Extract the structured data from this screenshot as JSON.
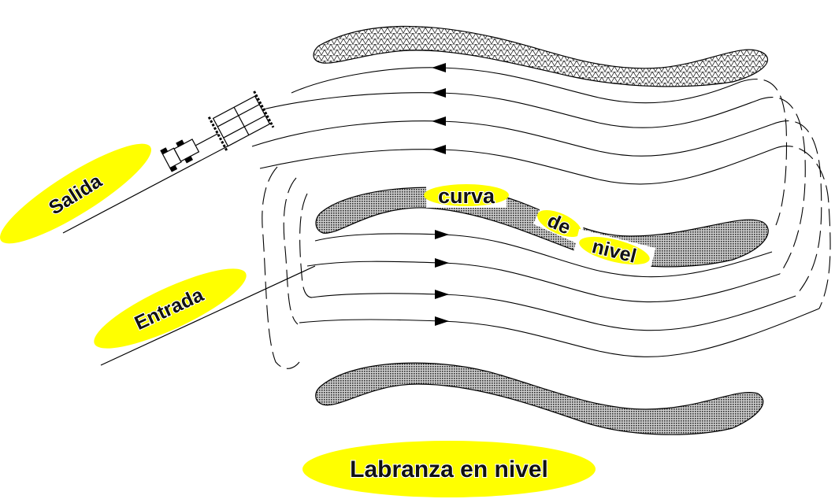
{
  "labels": {
    "exit": "Salida",
    "entry": "Entrada",
    "title": "Labranza en nivel",
    "contour_word1": "curva",
    "contour_word2": "de",
    "contour_word3": "nivel"
  },
  "colors": {
    "label_fill": "#ffff00",
    "text": "#111111",
    "line": "#000000",
    "hatch_band": "#444444"
  },
  "icons": {
    "tractor": "tractor-with-implement-icon"
  }
}
